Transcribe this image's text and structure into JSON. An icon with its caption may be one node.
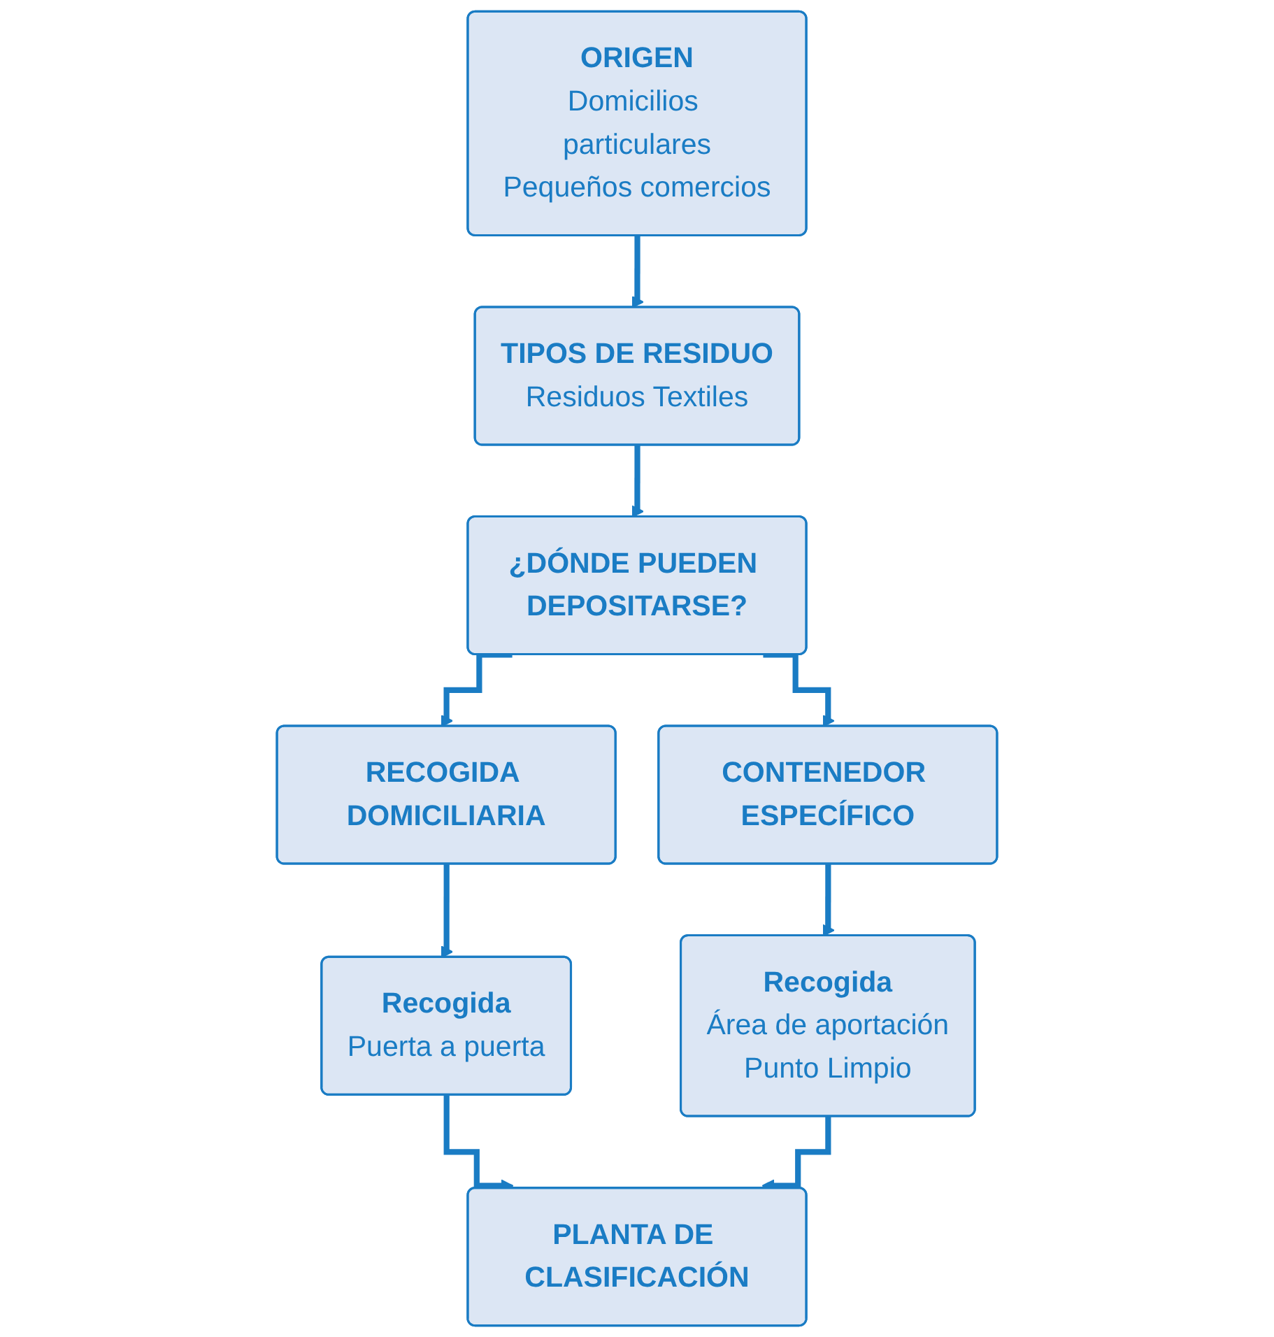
{
  "diagram": {
    "nodes": [
      {
        "text": [
          "ORIGEN",
          "Domicilios particulares",
          "Pequeños comercios"
        ]
      },
      {
        "text": [
          "TIPOS DE RESIDUO",
          "Residuos Textiles"
        ]
      },
      {
        "text": [
          "¿DÓNDE PUEDEN DEPOSITARSE?"
        ]
      },
      {
        "text": [
          "RECOGIDA DOMICILIARIA"
        ]
      },
      {
        "text": [
          "CONTENEDOR ESPECÍFICO"
        ]
      },
      {
        "text": [
          "Recogida",
          "Puerta a puerta"
        ]
      },
      {
        "text": [
          "Recogida",
          "Área de aportación",
          "Punto Limpio"
        ]
      },
      {
        "text": [
          "PLANTA DE CLASIFICACIÓN"
        ]
      }
    ],
    "edges": [
      {
        "from": 0,
        "to": 1,
        "arrow": "to"
      },
      {
        "from": 1,
        "to": 2,
        "arrow": "to"
      },
      {
        "from": 2,
        "to": 3,
        "arrow": "to"
      },
      {
        "from": 2,
        "to": 4,
        "arrow": "to"
      },
      {
        "from": 3,
        "to": 5,
        "arrow": "to"
      },
      {
        "from": 4,
        "to": 6,
        "arrow": "to"
      },
      {
        "from": 5,
        "to": 7,
        "arrow": "to"
      },
      {
        "from": 6,
        "to": 7,
        "arrow": "to"
      }
    ]
  }
}
